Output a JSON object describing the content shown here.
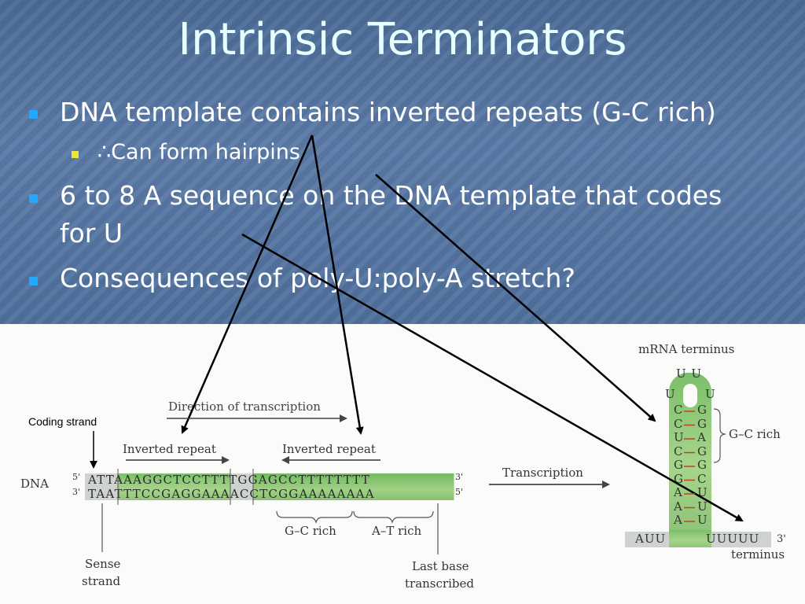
{
  "slide": {
    "title": "Intrinsic Terminators",
    "bullets": [
      {
        "text": "DNA template contains inverted repeats (G-C rich)"
      },
      {
        "sub": "∴Can form hairpins"
      },
      {
        "text_line1": "6 to 8 A sequence on the DNA template that codes",
        "text_line2": "for U"
      },
      {
        "text": "Consequences of poly-U:poly-A stretch?"
      }
    ]
  },
  "diagram": {
    "coding_strand": "Coding strand",
    "direction": "Direction of transcription",
    "inverted_repeat_1": "Inverted repeat",
    "inverted_repeat_2": "Inverted repeat",
    "dna_label": "DNA",
    "five_prime": "5'",
    "three_prime": "3'",
    "top_strand": "ATTAAAGGCTCCTTTTGGAGCCTTTTTTTT",
    "bottom_strand": "TAATTTCCGAGGAAAACCTCGGAAAAAAAA",
    "gc_rich": "G–C rich",
    "at_rich": "A–T rich",
    "sense_strand_l1": "Sense",
    "sense_strand_l2": "strand",
    "last_base_l1": "Last base",
    "last_base_l2": "transcribed",
    "transcription": "Transcription",
    "mrna_terminus": "mRNA terminus",
    "hairpin_gc_rich": "G–C rich",
    "hairpin_left": [
      "C",
      "C",
      "U",
      "C",
      "G",
      "G",
      "A",
      "A",
      "A"
    ],
    "hairpin_right": [
      "G",
      "G",
      "A",
      "G",
      "G",
      "C",
      "U",
      "U",
      "U"
    ],
    "loop_top": "U U",
    "loop_left": "U",
    "loop_right": "U",
    "tail_left": "AUU",
    "tail_right": "UUUUU",
    "tail_3prime": "3'",
    "terminus": "terminus"
  },
  "colors": {
    "title": "#e8ffff",
    "bullet": "#22a8ff",
    "sub_bullet": "#e8e836",
    "highlight": "#8cc878"
  }
}
